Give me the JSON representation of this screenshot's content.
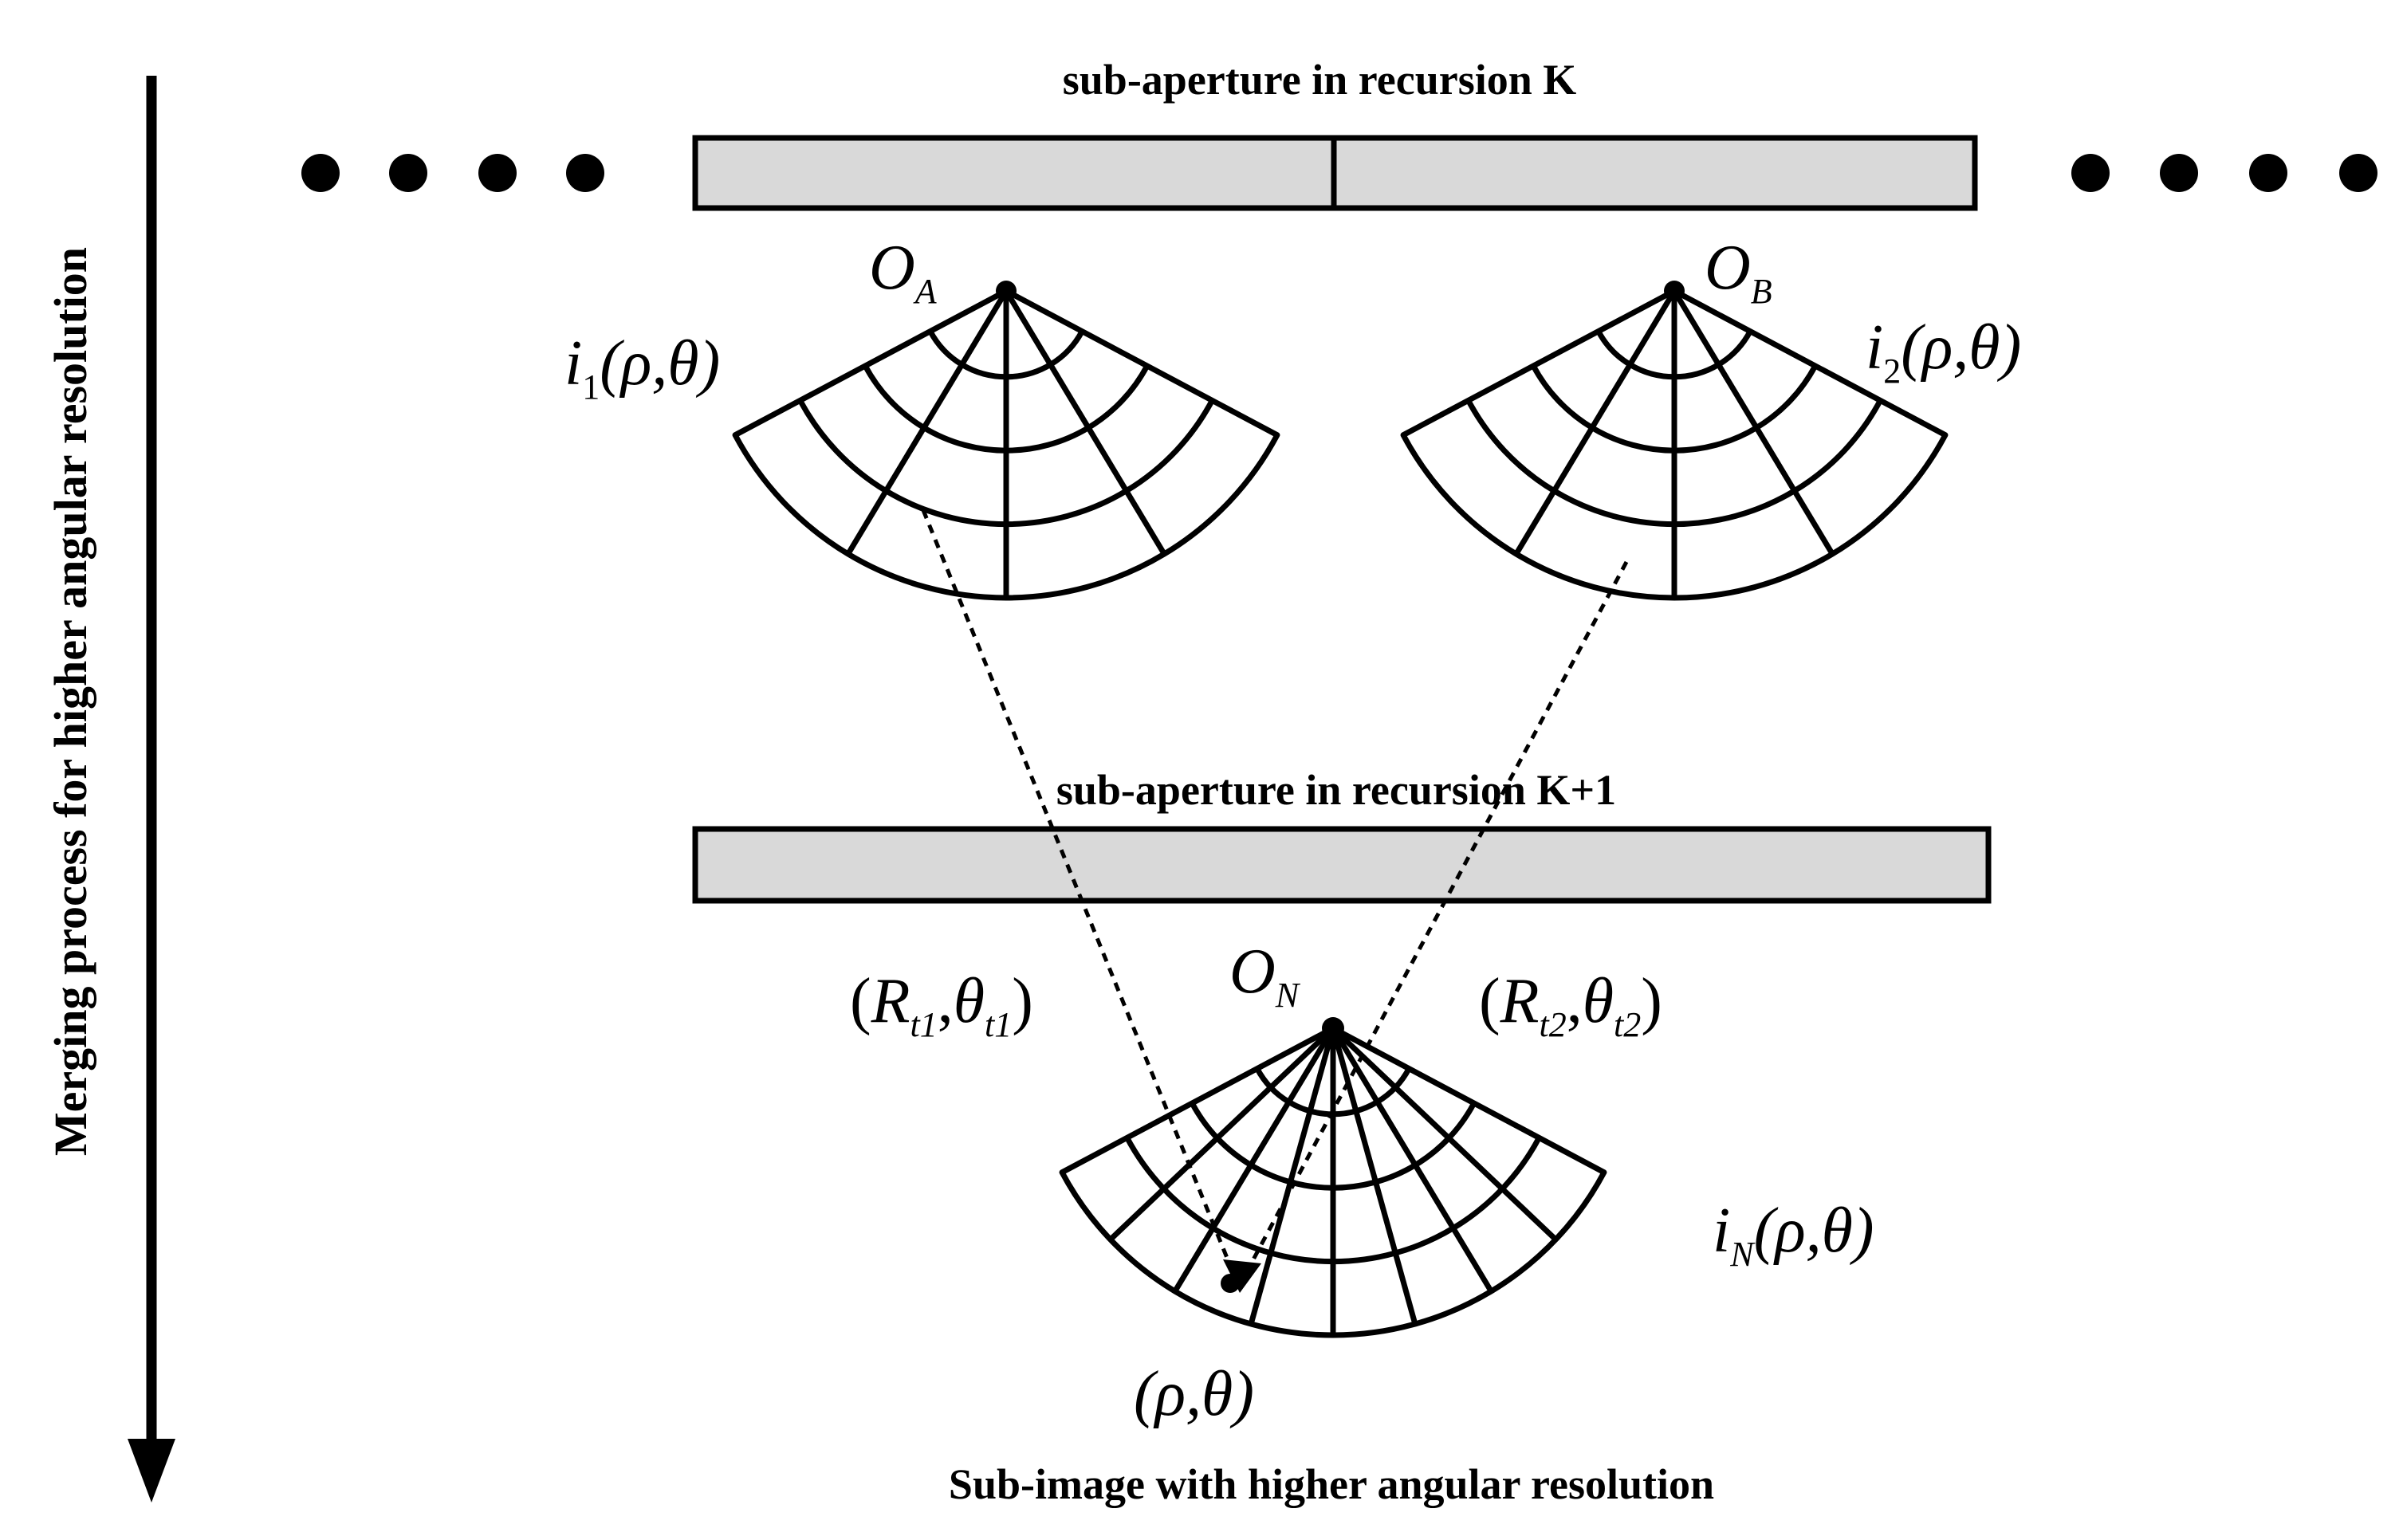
{
  "labels": {
    "axis_vertical": "Merging process for higher angular resolution",
    "aperture_k": "sub-aperture in recursion K",
    "aperture_k1": "sub-aperture in recursion K+1",
    "bottom_caption": "Sub-image with higher angular resolution"
  },
  "math": {
    "origin_a": {
      "base": "O",
      "sub": "A"
    },
    "origin_b": {
      "base": "O",
      "sub": "B"
    },
    "origin_n": {
      "base": "O",
      "sub": "N"
    },
    "image_1": {
      "base": "i",
      "sub": "1",
      "args": "(ρ,θ)"
    },
    "image_2": {
      "base": "i",
      "sub": "2",
      "args": "(ρ,θ)"
    },
    "image_n": {
      "base": "i",
      "sub": "N",
      "args": "(ρ,θ)"
    },
    "target_1": {
      "r_sub": "t1",
      "theta_sub": "t1"
    },
    "target_2": {
      "r_sub": "t2",
      "theta_sub": "t2"
    },
    "point": "(ρ,θ)"
  },
  "colors": {
    "bar_fill": "#d9d9d9",
    "ink": "#000000"
  }
}
